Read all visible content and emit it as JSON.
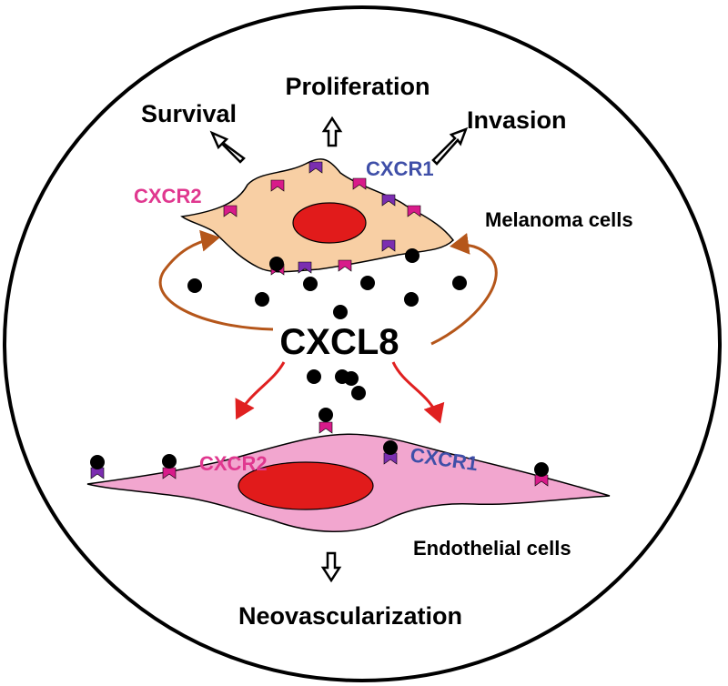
{
  "labels": {
    "proliferation": "Proliferation",
    "survival": "Survival",
    "invasion": "Invasion",
    "cxcr2_top": "CXCR2",
    "cxcr1_top": "CXCR1",
    "melanoma": "Melanoma cells",
    "cxcl8": "CXCL8",
    "cxcr2_bottom": "CXCR2",
    "cxcr1_bottom": "CXCR1",
    "endothelial": "Endothelial cells",
    "neovascularization": "Neovascularization"
  },
  "colors": {
    "background": "#ffffff",
    "outline": "#000000",
    "melanoma_cell": "#f8cfa4",
    "endothelial_cell": "#f2a6cf",
    "nucleus": "#e11b1b",
    "cxcr2_receptor": "#d81b8a",
    "cxcr1_receptor": "#7b2eb0",
    "cxcr2_text": "#e0388f",
    "cxcr1_text": "#3f4fa8",
    "autocrine_arrow": "#b5561a",
    "paracrine_arrow": "#e02020",
    "ligand": "#000000"
  }
}
